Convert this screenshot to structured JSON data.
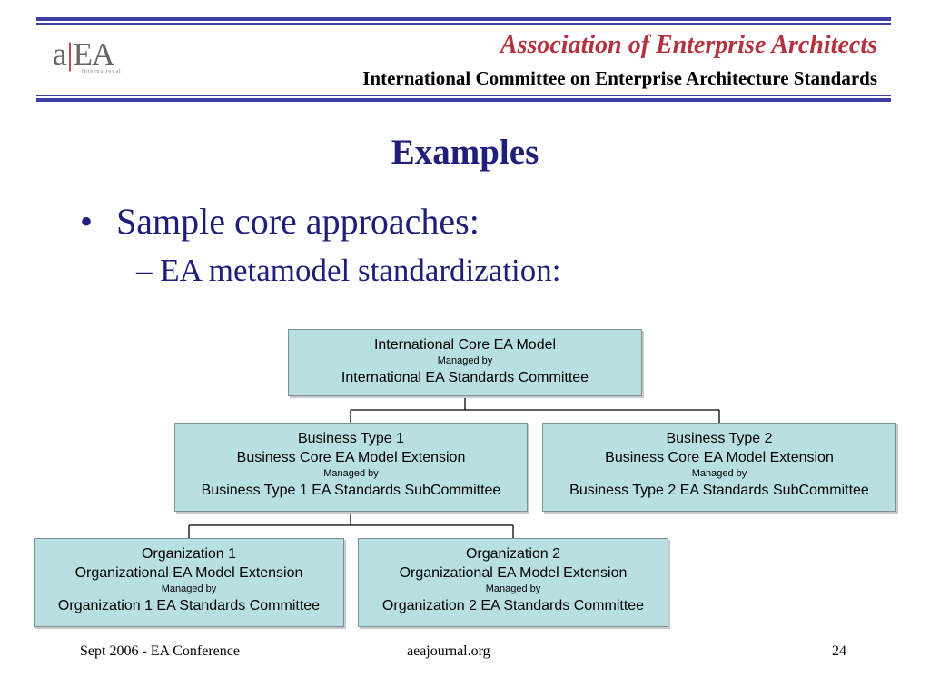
{
  "header": {
    "logo": {
      "prefix": "a",
      "separator": "|",
      "suffix": "EA",
      "subtitle": "International"
    },
    "organization": "Association of Enterprise Architects",
    "committee": "International Committee on Enterprise Architecture Standards",
    "accent_color": "#b3333f",
    "rule_color": "#3b3fa6"
  },
  "slide": {
    "title": "Examples",
    "bullet": "Sample core approaches:",
    "sub_bullet": "– EA metamodel standardization:",
    "text_color": "#1f1f7a"
  },
  "diagram": {
    "box_color": "#b8dfe2",
    "root": {
      "line1": "International Core EA Model",
      "managed": "Managed by",
      "line2": "International EA Standards Committee"
    },
    "business_type_1": {
      "line1": "Business Type 1",
      "line2": "Business Core EA Model Extension",
      "managed": "Managed by",
      "line3": "Business Type 1 EA Standards SubCommittee"
    },
    "business_type_2": {
      "line1": "Business Type 2",
      "line2": "Business Core EA Model Extension",
      "managed": "Managed by",
      "line3": "Business Type 2 EA Standards SubCommittee"
    },
    "organization_1": {
      "line1": "Organization 1",
      "line2": "Organizational EA Model Extension",
      "managed": "Managed by",
      "line3": "Organization 1 EA Standards Committee"
    },
    "organization_2": {
      "line1": "Organization 2",
      "line2": "Organizational EA Model Extension",
      "managed": "Managed by",
      "line3": "Organization 2 EA Standards Committee"
    }
  },
  "footer": {
    "left": "Sept 2006 - EA Conference",
    "center": "aeajournal.org",
    "page_number": "24"
  }
}
